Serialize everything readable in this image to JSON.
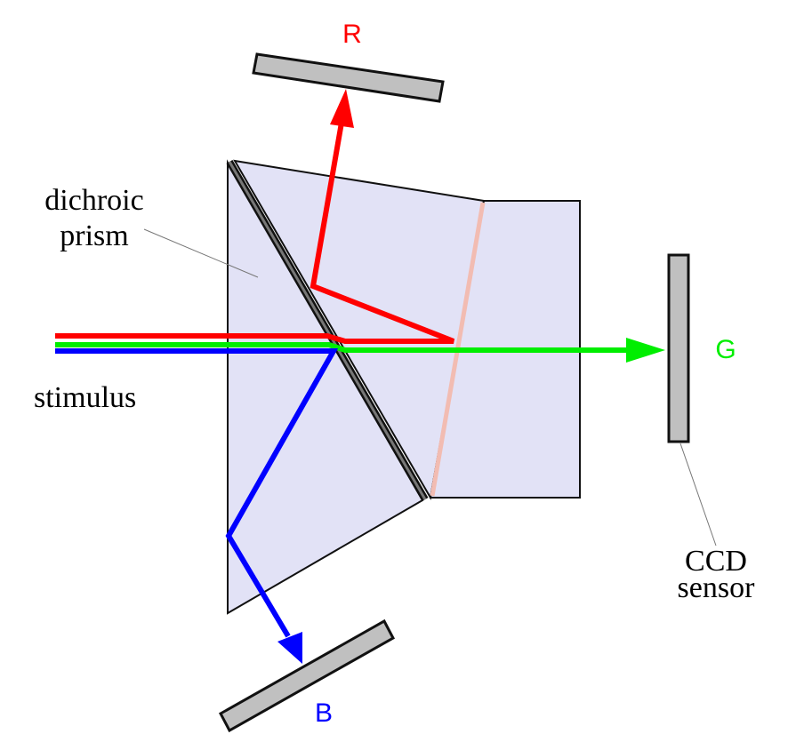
{
  "labels": {
    "prism_line1": "dichroic",
    "prism_line2": "prism",
    "stimulus": "stimulus",
    "red": "R",
    "green": "G",
    "blue": "B",
    "sensor_line1": "CCD",
    "sensor_line2": "sensor"
  },
  "colors": {
    "red": "#ff0000",
    "green": "#00ee00",
    "blue": "#0000ff",
    "prism_fill": "#e2e2f6",
    "prism_stroke": "#111111",
    "sensor_fill": "#c0c0c0",
    "dichroic_coating": "#555555",
    "second_coating": "#f2bcb2"
  }
}
